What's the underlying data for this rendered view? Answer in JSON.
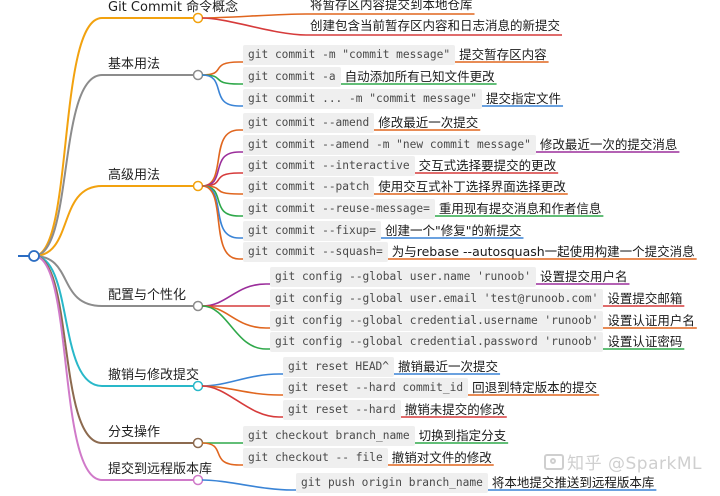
{
  "branches": [
    {
      "label": "Git Commit 命令概念",
      "color": "#f2a20f",
      "leaves": [
        {
          "code": "",
          "desc": "将暂存区内容提交到本地仓库"
        },
        {
          "code": "",
          "desc": "创建包含当前暂存区内容和日志消息的新提交"
        }
      ]
    },
    {
      "label": "基本用法",
      "color": "#8c8c8c",
      "leaves": [
        {
          "code": "git commit -m \"commit message\"",
          "desc": "提交暂存区内容"
        },
        {
          "code": "git commit -a",
          "desc": "自动添加所有已知文件更改"
        },
        {
          "code": "git commit ... -m \"commit message\"",
          "desc": "提交指定文件"
        }
      ]
    },
    {
      "label": "高级用法",
      "color": "#f2a20f",
      "leaves": [
        {
          "code": "git commit --amend",
          "desc": "修改最近一次提交"
        },
        {
          "code": "git commit --amend -m \"new commit message\"",
          "desc": "修改最近一次的提交消息"
        },
        {
          "code": "git commit --interactive",
          "desc": "交互式选择要提交的更改"
        },
        {
          "code": "git commit --patch",
          "desc": "使用交互式补丁选择界面选择更改"
        },
        {
          "code": "git commit --reuse-message=",
          "desc": "重用现有提交消息和作者信息"
        },
        {
          "code": "git commit --fixup=",
          "desc": "创建一个\"修复\"的新提交"
        },
        {
          "code": "git commit --squash=",
          "desc": "为与rebase --autosquash一起使用构建一个提交消息"
        }
      ]
    },
    {
      "label": "配置与个性化",
      "color": "#8c8c8c",
      "leaves": [
        {
          "code": "git config --global user.name 'runoob'",
          "desc": "设置提交用户名"
        },
        {
          "code": "git config --global user.email 'test@runoob.com'",
          "desc": "设置提交邮箱"
        },
        {
          "code": "git config --global credential.username 'runoob'",
          "desc": "设置认证用户名"
        },
        {
          "code": "git config --global credential.password 'runoob'",
          "desc": "设置认证密码"
        }
      ]
    },
    {
      "label": "撤销与修改提交",
      "color": "#29b8c9",
      "leaves": [
        {
          "code": "git reset HEAD^",
          "desc": "撤销最近一次提交"
        },
        {
          "code": "git reset --hard commit_id",
          "desc": "回退到特定版本的提交"
        },
        {
          "code": "git reset --hard",
          "desc": "撤销未提交的修改"
        }
      ]
    },
    {
      "label": "分支操作",
      "color": "#8c6a4f",
      "leaves": [
        {
          "code": "git checkout branch_name",
          "desc": "切换到指定分支"
        },
        {
          "code": "git checkout -- file",
          "desc": "撤销对文件的修改"
        }
      ]
    },
    {
      "label": "提交到远程版本库",
      "color": "#d07ac9",
      "leaves": [
        {
          "code": "git push origin branch_name",
          "desc": "将本地提交推送到远程版本库"
        }
      ]
    }
  ],
  "leaf_underline_colors": [
    "#e0661f",
    "#d63b3b",
    "#e0661f",
    "#2fa84a",
    "#3a84d6",
    "#e0661f",
    "#9b2e9b",
    "#d63b3b",
    "#e0661f",
    "#2fa84a",
    "#3a84d6",
    "#e0661f",
    "#9b2e9b",
    "#d63b3b",
    "#e0661f",
    "#2fa84a",
    "#3a84d6",
    "#e0661f",
    "#d63b3b",
    "#2fa84a",
    "#e0661f",
    "#3a84d6",
    "#e0661f"
  ],
  "watermark": "知乎 @SparkML"
}
